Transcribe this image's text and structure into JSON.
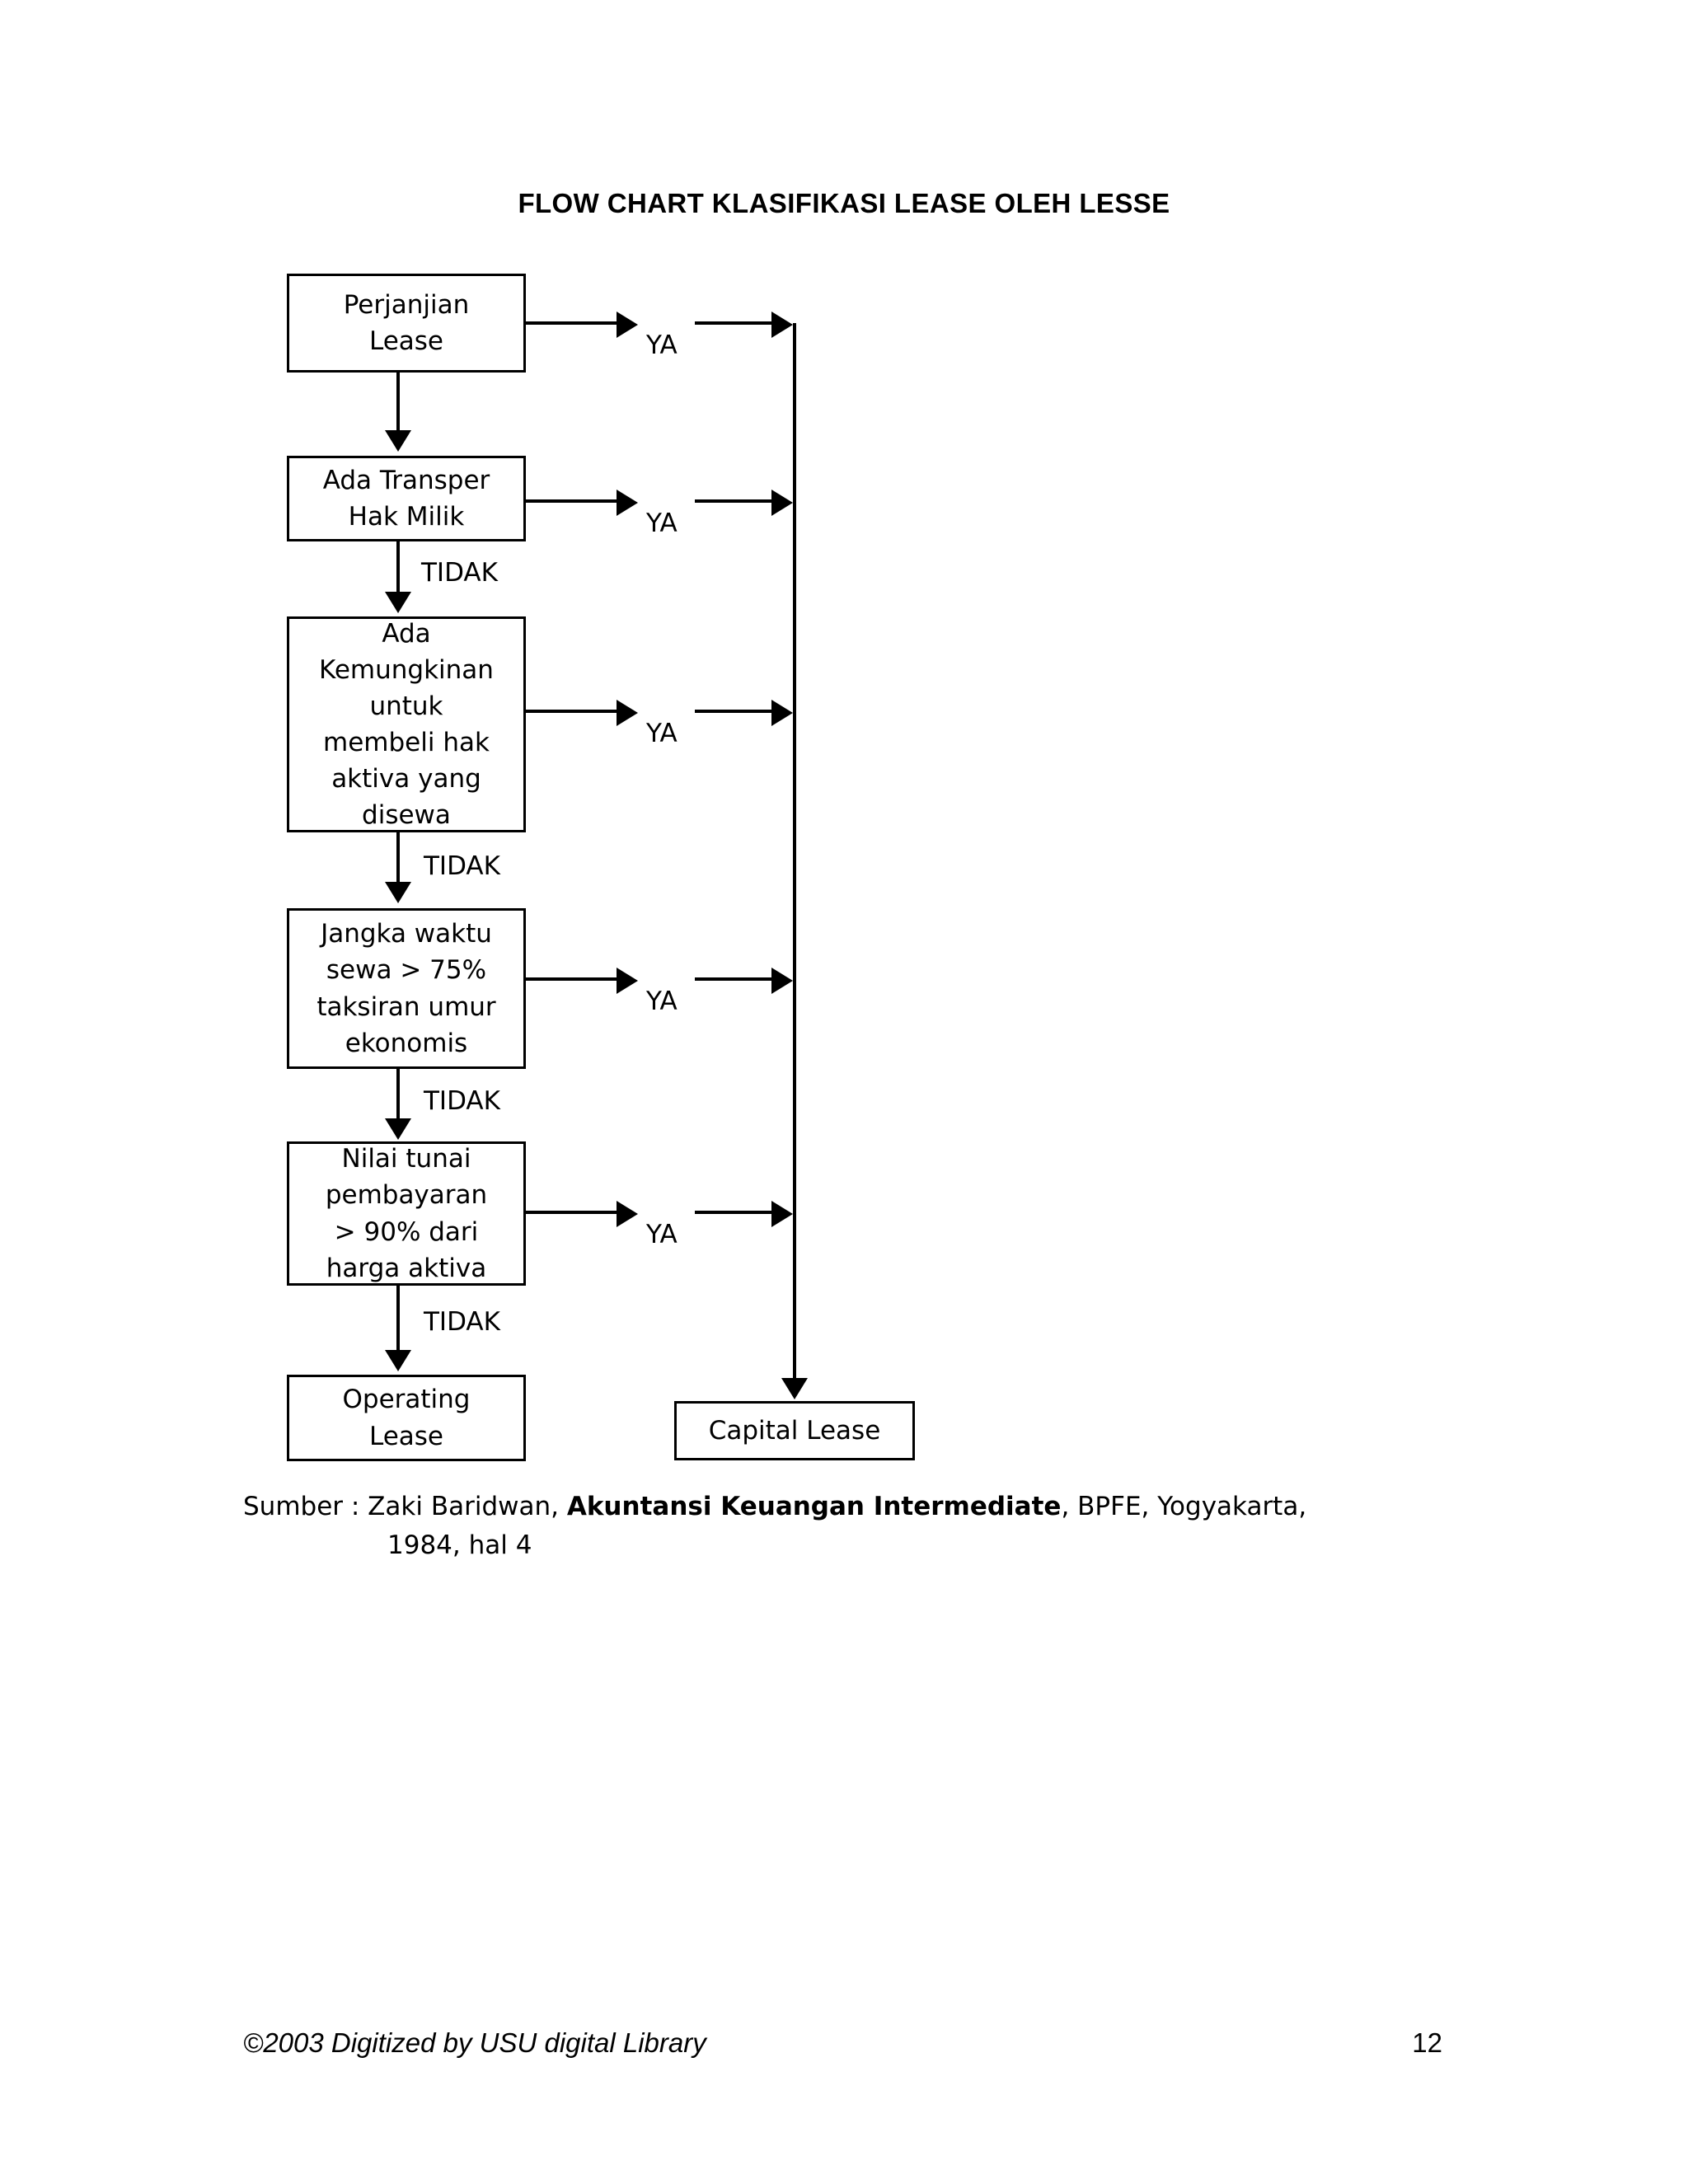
{
  "document": {
    "title": "FLOW CHART KLASIFIKASI LEASE OLEH LESSE",
    "page_number": "12",
    "footer_credit": "©2003 Digitized by USU digital Library"
  },
  "source_note": {
    "prefix": "Sumber : Zaki Baridwan, ",
    "book_title": "Akuntansi Keuangan Intermediate",
    "suffix": ", BPFE, Yogyakarta,",
    "line2": "1984, hal 4"
  },
  "chart_data": {
    "type": "diagram",
    "title": "FLOW CHART KLASIFIKASI LEASE OLEH LESSE",
    "nodes": [
      {
        "id": "perjanjian",
        "label": "Perjanjian\nLease"
      },
      {
        "id": "transper",
        "label": "Ada Transper\nHak Milik"
      },
      {
        "id": "kemungkinan",
        "label": "Ada\nKemungkinan\nuntuk\nmembeli hak\naktiva yang\ndisewa"
      },
      {
        "id": "jangka",
        "label": "Jangka waktu\nsewa > 75%\ntaksiran umur\nekonomis"
      },
      {
        "id": "nilai",
        "label": "Nilai tunai\npembayaran\n> 90% dari\nharga aktiva"
      },
      {
        "id": "operating",
        "label": "Operating\nLease"
      },
      {
        "id": "capital",
        "label": "Capital Lease"
      }
    ],
    "edges": [
      {
        "from": "perjanjian",
        "to": "capital",
        "label": "YA"
      },
      {
        "from": "perjanjian",
        "to": "transper",
        "label": ""
      },
      {
        "from": "transper",
        "to": "capital",
        "label": "YA"
      },
      {
        "from": "transper",
        "to": "kemungkinan",
        "label": "TIDAK"
      },
      {
        "from": "kemungkinan",
        "to": "capital",
        "label": "YA"
      },
      {
        "from": "kemungkinan",
        "to": "jangka",
        "label": "TIDAK"
      },
      {
        "from": "jangka",
        "to": "capital",
        "label": "YA"
      },
      {
        "from": "jangka",
        "to": "nilai",
        "label": "TIDAK"
      },
      {
        "from": "nilai",
        "to": "capital",
        "label": "YA"
      },
      {
        "from": "nilai",
        "to": "operating",
        "label": "TIDAK"
      }
    ],
    "edge_labels": {
      "ya": "YA",
      "tidak": "TIDAK"
    },
    "colors": {
      "stroke": "#000000",
      "fill": "#ffffff",
      "text": "#000000"
    }
  }
}
